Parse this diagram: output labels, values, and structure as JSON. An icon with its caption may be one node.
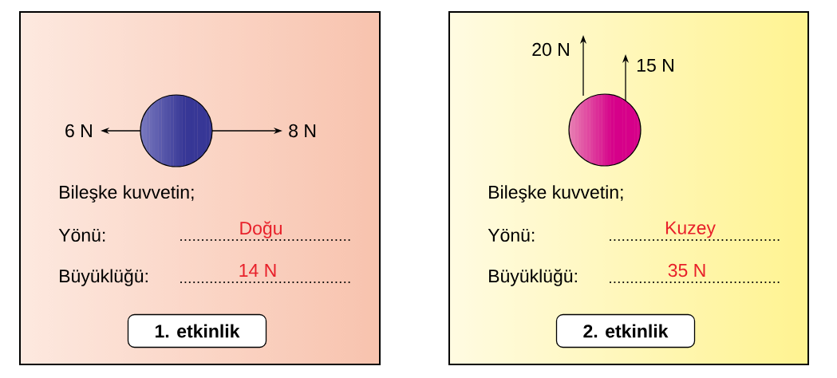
{
  "diagram": {
    "nodes": [
      {
        "text": [
          "Bileşke kuvvetin;",
          "Yönü:",
          "Doğu",
          "Büyüklüğü:",
          "14 N"
        ]
      },
      {
        "text": [],
        "shape": "circle",
        "in": 0
      },
      {
        "text": [
          "1. etkinlik"
        ],
        "in": 0
      },
      {
        "text": [
          "Bileşke kuvvetin;",
          "Yönü:",
          "Kuzey",
          "Büyüklüğü:",
          "35 N"
        ]
      },
      {
        "text": [],
        "shape": "circle",
        "in": 3
      },
      {
        "text": [
          "2. etkinlik"
        ],
        "in": 3
      }
    ],
    "labels": [
      "6 N",
      "8 N",
      "20 N",
      "15 N"
    ]
  }
}
